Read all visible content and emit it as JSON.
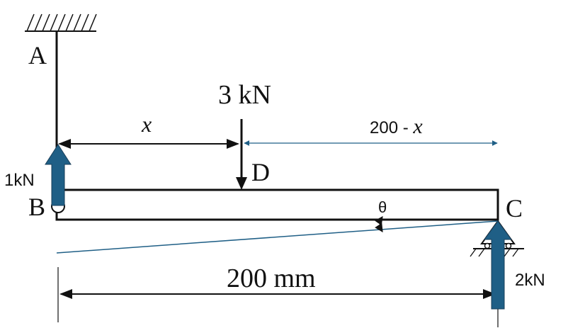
{
  "labels": {
    "point_a": "A",
    "point_b": "B",
    "point_c": "C",
    "point_d": "D",
    "angle": "θ",
    "load_applied": "3 kN",
    "reaction_b": "1kN",
    "reaction_c": "2kN",
    "dim_left": "x",
    "dim_right_prefix": "200 - ",
    "dim_right_var": "x",
    "dim_total": "200 mm"
  },
  "colors": {
    "reaction_arrow": "#1f5f86",
    "dimension_line_right": "#1f5f86",
    "deflection_line": "#1f5f86",
    "lines": "#111111"
  }
}
